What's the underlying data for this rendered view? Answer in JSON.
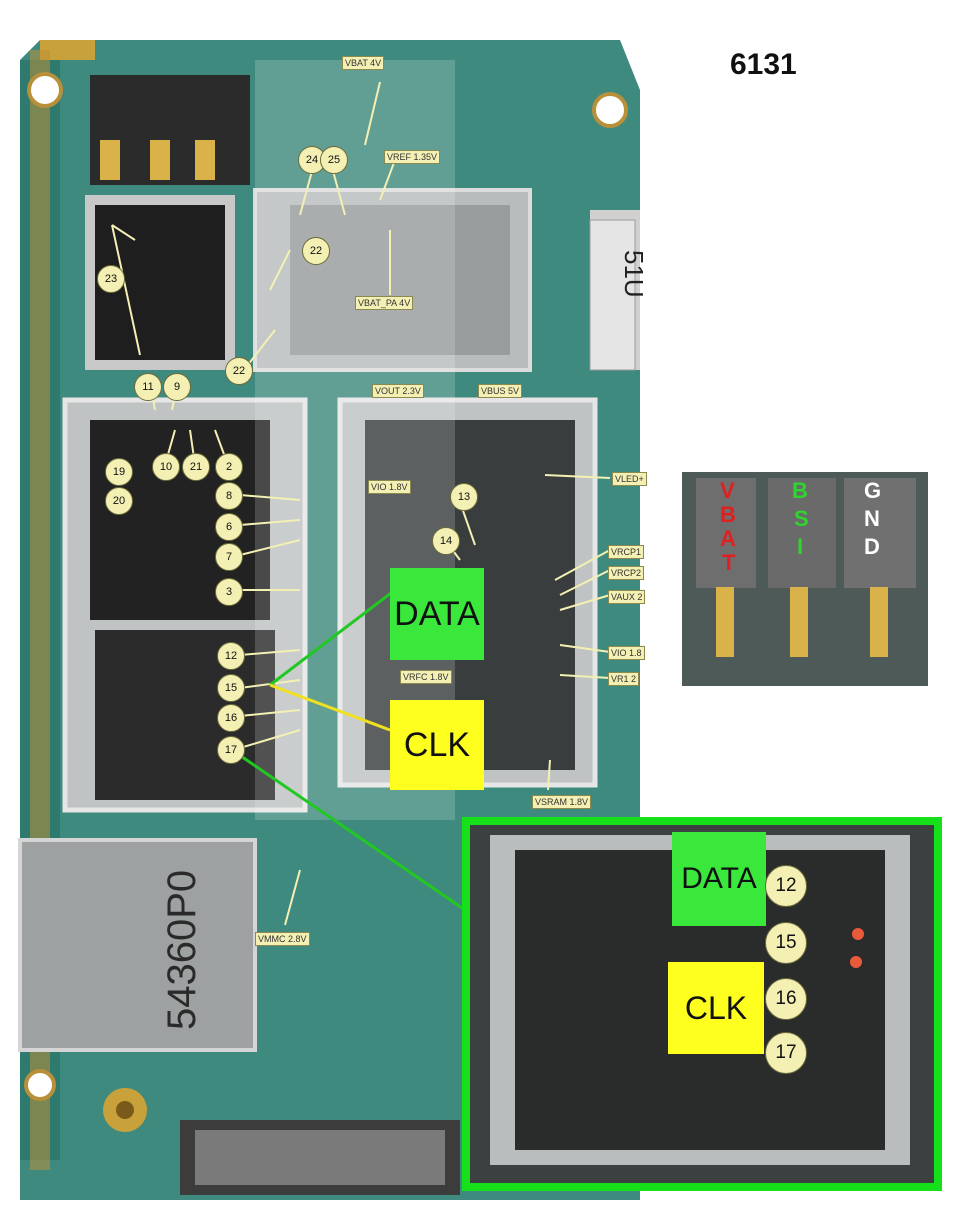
{
  "model": "6131",
  "signals": {
    "data": "DATA",
    "clk": "CLK"
  },
  "connector": {
    "vbat_letters": [
      "V",
      "B",
      "A",
      "T"
    ],
    "bsi_letters": [
      "B",
      "S",
      "I"
    ],
    "gnd_letters": [
      "G",
      "N",
      "D"
    ],
    "vbat_color": "#e02020",
    "bsi_color": "#2fd42f",
    "gnd_color": "#ffffff"
  },
  "voltage_labels": {
    "vbat_top": "VBAT 4V",
    "vref": "VREF 1.35V",
    "vbat_pa": "VBAT_PA 4V",
    "vout": "VOUT 2.3V",
    "vbus": "VBUS 5V",
    "vledp": "VLED+",
    "vio": "VIO 1.8V",
    "vrcp1": "VRCP1",
    "vrcp2": "VRCP2",
    "vaux2": "VAUX 2",
    "vio_r": "VIO 1.8",
    "vrfc": "VRFC 1.8V",
    "vr12": "VR1 2",
    "vsram": "VSRAM 1.8V",
    "vmmc": "VMMC 2.8V"
  },
  "pins_small": [
    "24",
    "25",
    "22",
    "23",
    "22",
    "11",
    "9",
    "10",
    "21",
    "2",
    "19",
    "20",
    "8",
    "6",
    "7",
    "3",
    "13",
    "14",
    "12",
    "15",
    "16",
    "17"
  ],
  "pins_inset": [
    "12",
    "15",
    "16",
    "17"
  ],
  "board_markings": {
    "chip_left": "54360P0",
    "chip_right": "51U"
  },
  "colors": {
    "yellow": "#ffff1f",
    "green": "#39e83b",
    "frame": "#16e01a",
    "pcb": "#3f8a7e"
  }
}
